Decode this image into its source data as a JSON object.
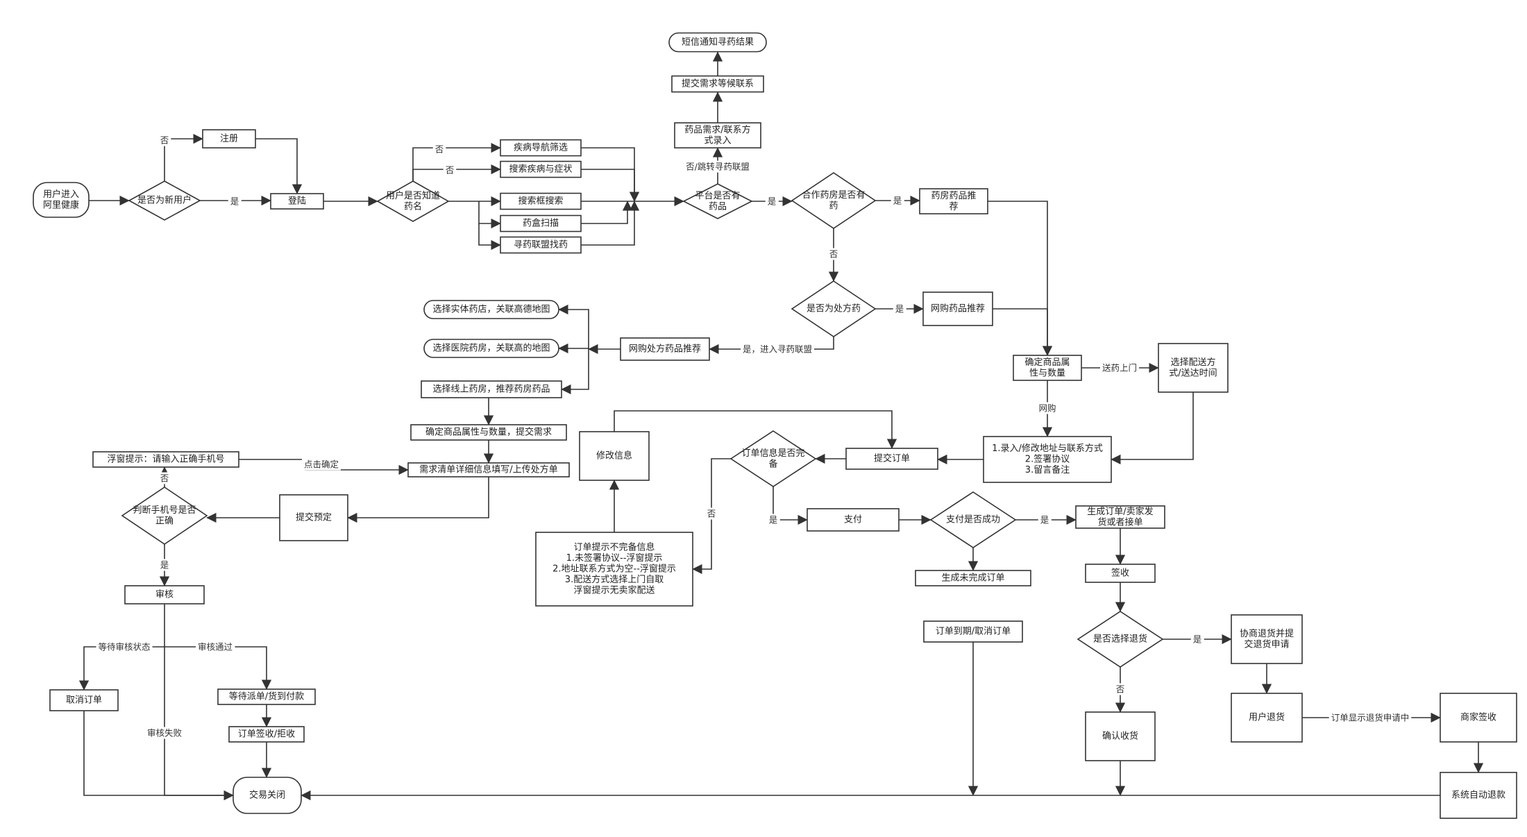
{
  "nodes": {
    "start": {
      "lines": [
        "用户进入",
        "阿里健康"
      ]
    },
    "is_new_user": {
      "lines": [
        "是否为新用户"
      ]
    },
    "register": {
      "lines": [
        "注册"
      ]
    },
    "login": {
      "lines": [
        "登陆"
      ]
    },
    "knows_drug": {
      "lines": [
        "用户是否知道",
        "药名"
      ]
    },
    "disease_nav": {
      "lines": [
        "疾病导航筛选"
      ]
    },
    "search_symptom": {
      "lines": [
        "搜索疾病与症状"
      ]
    },
    "search_box": {
      "lines": [
        "搜索框搜索"
      ]
    },
    "box_scan": {
      "lines": [
        "药盒扫描"
      ]
    },
    "alliance_find": {
      "lines": [
        "寻药联盟找药"
      ]
    },
    "platform_has": {
      "lines": [
        "平台是否有",
        "药品"
      ]
    },
    "drug_need_input": {
      "lines": [
        "药品需求/联系方",
        "式录入"
      ]
    },
    "submit_wait": {
      "lines": [
        "提交需求等候联系"
      ]
    },
    "sms_notify": {
      "lines": [
        "短信通知寻药结果"
      ]
    },
    "coop_pharmacy": {
      "lines": [
        "合作药房是否有",
        "药"
      ]
    },
    "pharmacy_recommend": {
      "lines": [
        "药房药品推",
        "荐"
      ]
    },
    "is_prescription": {
      "lines": [
        "是否为处方药"
      ]
    },
    "online_recommend": {
      "lines": [
        "网购药品推荐"
      ]
    },
    "online_rx_recommend": {
      "lines": [
        "网购处方药品推荐"
      ]
    },
    "choose_store": {
      "lines": [
        "选择实体药店，关联高德地图"
      ]
    },
    "choose_hospital": {
      "lines": [
        "选择医院药房，关联高的地图"
      ]
    },
    "choose_online": {
      "lines": [
        "选择线上药房，推荐药房药品"
      ]
    },
    "confirm_attr_submit": {
      "lines": [
        "确定商品属性与数量，提交需求"
      ]
    },
    "need_list": {
      "lines": [
        "需求清单详细信息填写/上传处方单"
      ]
    },
    "float_tip_phone": {
      "lines": [
        "浮窗提示：请输入正确手机号"
      ]
    },
    "submit_reserve": {
      "lines": [
        "提交预定"
      ]
    },
    "phone_correct": {
      "lines": [
        "判断手机号是否",
        "正确"
      ]
    },
    "audit": {
      "lines": [
        "审核"
      ]
    },
    "cancel_order_left": {
      "lines": [
        "取消订单"
      ]
    },
    "wait_delivery": {
      "lines": [
        "等待派单/货到付款"
      ]
    },
    "order_sign_reject": {
      "lines": [
        "订单签收/拒收"
      ]
    },
    "trade_closed": {
      "lines": [
        "交易关闭"
      ]
    },
    "confirm_attr_qty": {
      "lines": [
        "确定商品属",
        "性与数量"
      ]
    },
    "choose_delivery": {
      "lines": [
        "选择配送方",
        "式/送达时间"
      ]
    },
    "enter_address": {
      "lines": [
        "1.录入/修改地址与联系方式",
        "2.签署协议",
        "3.留言备注"
      ]
    },
    "submit_order": {
      "lines": [
        "提交订单"
      ]
    },
    "order_complete": {
      "lines": [
        "订单信息是否完",
        "备"
      ]
    },
    "modify_info": {
      "lines": [
        "修改信息"
      ]
    },
    "incomplete_tips": {
      "lines": [
        "订单提示不完备信息",
        "1.未签署协议--浮窗提示",
        "2.地址联系方式为空--浮窗提示",
        "3.配送方式选择上门自取",
        "浮窗提示无卖家配送"
      ]
    },
    "pay": {
      "lines": [
        "支付"
      ]
    },
    "pay_success": {
      "lines": [
        "支付是否成功"
      ]
    },
    "create_unfinished": {
      "lines": [
        "生成未完成订单"
      ]
    },
    "order_expire": {
      "lines": [
        "订单到期/取消订单"
      ]
    },
    "create_order_ship": {
      "lines": [
        "生成订单/卖家发",
        "货或者接单"
      ]
    },
    "sign_receive": {
      "lines": [
        "签收"
      ]
    },
    "choose_return": {
      "lines": [
        "是否选择退货"
      ]
    },
    "negotiate_return": {
      "lines": [
        "协商退货并提",
        "交退货申请"
      ]
    },
    "confirm_receipt": {
      "lines": [
        "确认收货"
      ]
    },
    "user_return": {
      "lines": [
        "用户退货"
      ]
    },
    "merchant_sign": {
      "lines": [
        "商家签收"
      ]
    },
    "auto_refund": {
      "lines": [
        "系统自动退款"
      ]
    }
  },
  "labels": {
    "no_register": "否",
    "yes_login": "是",
    "no_disease_nav": "否",
    "no_search_symptom": "否",
    "no_alliance": "否/跳转寻药联盟",
    "yes_coop": "是",
    "yes_pharmacy": "是",
    "no_prescription": "否",
    "yes_online": "是",
    "yes_alliance_rx": "是，进入寻药联盟",
    "deliver_home": "送药上门",
    "online_buy": "网购",
    "click_confirm": "点击确定",
    "no_phone": "否",
    "yes_audit": "是",
    "wait_audit": "等待审核状态",
    "audit_pass": "审核通过",
    "audit_fail": "审核失败",
    "no_incomplete": "否",
    "yes_pay": "是",
    "yes_pay_success": "是",
    "yes_return": "是",
    "no_return": "否",
    "return_applying": "订单显示退货申请中"
  }
}
